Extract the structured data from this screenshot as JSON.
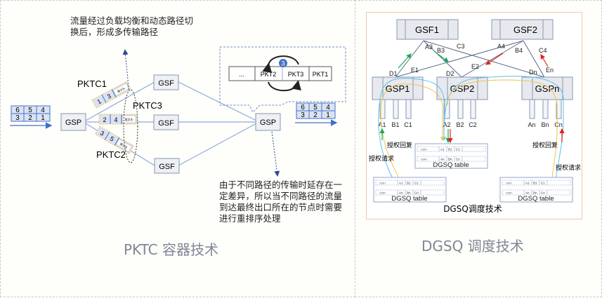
{
  "left_diagram": {
    "caption": "PKTC 容器技术",
    "note_top": "流量经过负载均衡和动态路径切换后，形成多传输路径",
    "note_bottom": "由于不同路径的传输时延存在一定差异，所以当不同路径的流量到达最终出口所在的节点时需要进行重排序处理",
    "input_queue": {
      "row1": [
        "6",
        "5",
        "4"
      ],
      "row2": [
        "3",
        "2",
        "1"
      ]
    },
    "output_queue": {
      "row1": [
        "6",
        "5",
        "4"
      ],
      "row2": [
        "3",
        "2",
        "1"
      ]
    },
    "ingress_node": "GSP",
    "egress_node": "GSP",
    "fabric_nodes": [
      "GSF",
      "GSF",
      "GSF"
    ],
    "containers": [
      {
        "label": "PKTC1",
        "cells": [
          "1",
          "3"
        ],
        "header": "报文头"
      },
      {
        "label": "PKTC3",
        "cells": [
          "2",
          "4"
        ],
        "header": "报文头"
      },
      {
        "label": "PKTC2",
        "cells": [
          "3",
          "5"
        ],
        "header": "报文头"
      }
    ],
    "reorder_buffer": {
      "cells": [
        "...",
        "PKT2",
        "PKT3",
        "PKT1"
      ],
      "badge": "3"
    }
  },
  "right_diagram": {
    "caption": "DGSQ 调度技术",
    "inner_title": "DGSQ调度技术",
    "fabric_nodes": [
      "GSF1",
      "GSF2"
    ],
    "edge_nodes": [
      "GSP1",
      "GSP2",
      "GSPn"
    ],
    "link_labels": [
      "A3",
      "B3",
      "C3",
      "A4",
      "B4",
      "C4",
      "D1",
      "E1",
      "D2",
      "E2",
      "Dn",
      "En"
    ],
    "ports": {
      "GSP1": [
        "A1",
        "B1",
        "C1"
      ],
      "GSP2": [
        "A2",
        "B2",
        "C2"
      ],
      "GSPn": [
        "An",
        "Bn",
        "Cn"
      ]
    },
    "grant_reply": "授权回复",
    "grant_request": "授权请求",
    "table": {
      "name": "DGSQ table",
      "rows": [
        {
          "src": "GSP1",
          "cells": [
            "A1",
            "B1",
            "C1"
          ]
        },
        {
          "src": "GSPn",
          "cells": [
            "An",
            "Bn",
            "Cn"
          ]
        }
      ],
      "ellipsis": "..."
    },
    "colors": {
      "request": "#5bc0eb",
      "grant": "#f5c24b",
      "green_arrow": "#18a957",
      "red_arrow": "#e2231a"
    }
  }
}
